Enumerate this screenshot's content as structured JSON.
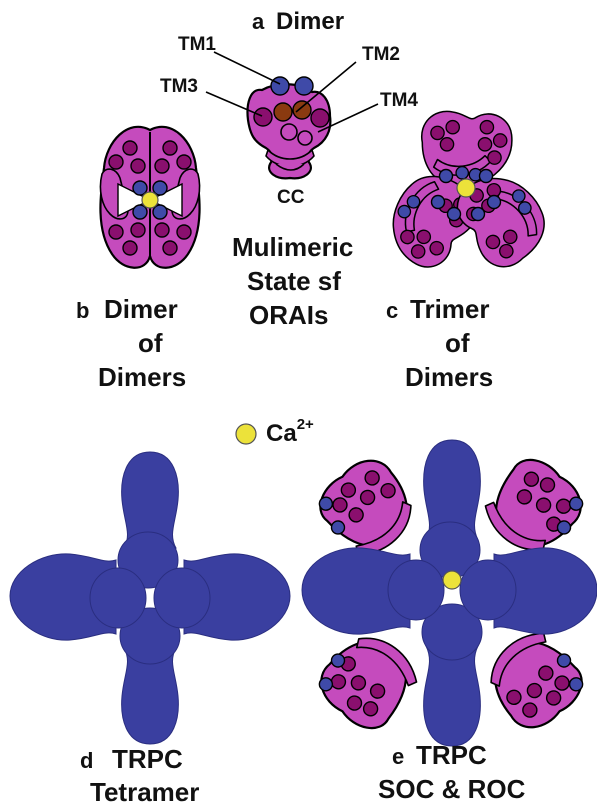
{
  "panel_a": {
    "letter": "a",
    "title": "Dimer",
    "labels": {
      "tm1": "TM1",
      "tm2": "TM2",
      "tm3": "TM3",
      "tm4": "TM4",
      "cc": "CC"
    }
  },
  "center_title": {
    "line1": "Mulimeric",
    "line2": "State sf",
    "line3": "ORAIs"
  },
  "panel_b": {
    "letter": "b",
    "line1": "Dimer",
    "line2": "of",
    "line3": "Dimers"
  },
  "panel_c": {
    "letter": "c",
    "line1": "Trimer",
    "line2": "of",
    "line3": "Dimers"
  },
  "ion_legend": {
    "base": "Ca",
    "charge": "2+"
  },
  "panel_d": {
    "letter": "d",
    "line1": "TRPC",
    "line2": "Tetramer"
  },
  "panel_e": {
    "letter": "e",
    "line1": "TRPC",
    "line2": "SOC & ROC"
  },
  "colors": {
    "orai_subunit": "#c54bbd",
    "tm_helix_dark": "#8a0f6e",
    "tm1_pore": "#3f4aa8",
    "tm2": "#8a3a10",
    "trpc": "#3a3fa0",
    "calcium": "#ece23a"
  }
}
